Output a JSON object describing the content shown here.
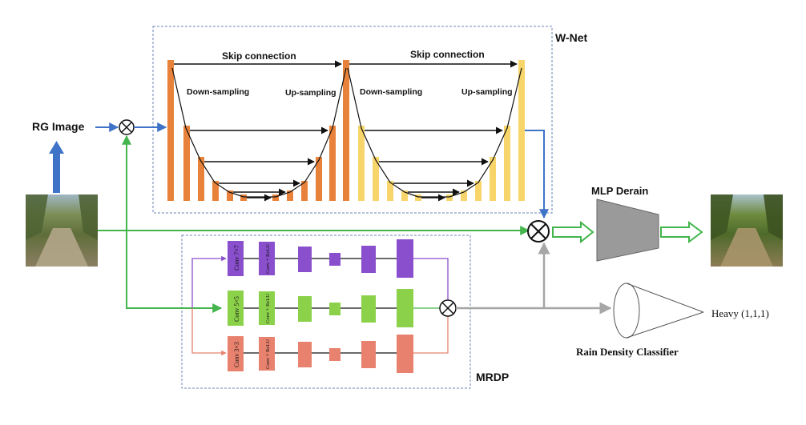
{
  "labels": {
    "rg_image": "RG Image",
    "wnet": "W-Net",
    "skip1": "Skip connection",
    "skip2": "Skip connection",
    "down1": "Down-sampling",
    "up1": "Up-sampling",
    "down2": "Down-sampling",
    "up2": "Up-sampling",
    "mlp": "MLP Derain",
    "mrdp": "MRDP",
    "classifier": "Rain Density Classifier",
    "heavy": "Heavy (1,1,1)",
    "conv_top": "Conv 7×7",
    "conv_mid": "Conv 5×5",
    "conv_bot": "Conv 3×3",
    "bnrelu_top": "Conv + ReLU",
    "bnrelu_mid": "Conv + ReLU",
    "bnrelu_bot": "Conv + ReLU"
  },
  "colors": {
    "orange": "#E8823A",
    "yellow": "#F7D56A",
    "purple": "#8A4FCC",
    "green": "#8CD14A",
    "salmon": "#E8826E",
    "blue_arrow": "#3F73C8",
    "green_line": "#43B54C",
    "gray_line": "#A6A6A6",
    "mlp_gray": "#9A9A9A"
  }
}
